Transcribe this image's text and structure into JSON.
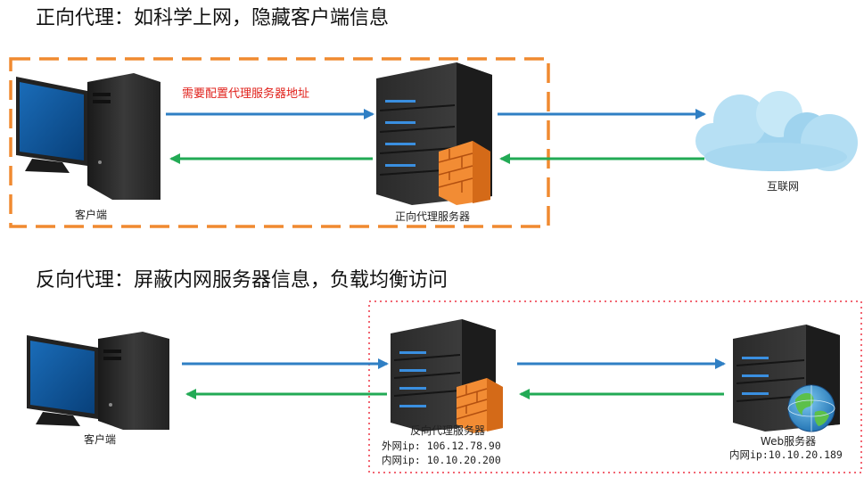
{
  "forward": {
    "heading": "正向代理：如科学上网，隐藏客户端信息",
    "note": "需要配置代理服务器地址",
    "client_label": "客户端",
    "proxy_label": "正向代理服务器",
    "internet_label": "互联网",
    "box_color": "#f08a30"
  },
  "reverse": {
    "heading": "反向代理：屏蔽内网服务器信息，负载均衡访问",
    "client_label": "客户端",
    "proxy_label": "反向代理服务器",
    "proxy_public_ip": "外网ip: 106.12.78.90",
    "proxy_private_ip": "内网ip: 10.10.20.200",
    "web_label": "Web服务器",
    "web_private_ip": "内网ip:10.10.20.189",
    "box_color": "#ee3344"
  },
  "colors": {
    "request_arrow": "#2f7fc4",
    "response_arrow": "#22aa55",
    "monitor_screen": "#0f5aa0",
    "server_body": "#2b2b2b",
    "firewall": "#f28c34",
    "cloud": "#9fd3ee"
  }
}
